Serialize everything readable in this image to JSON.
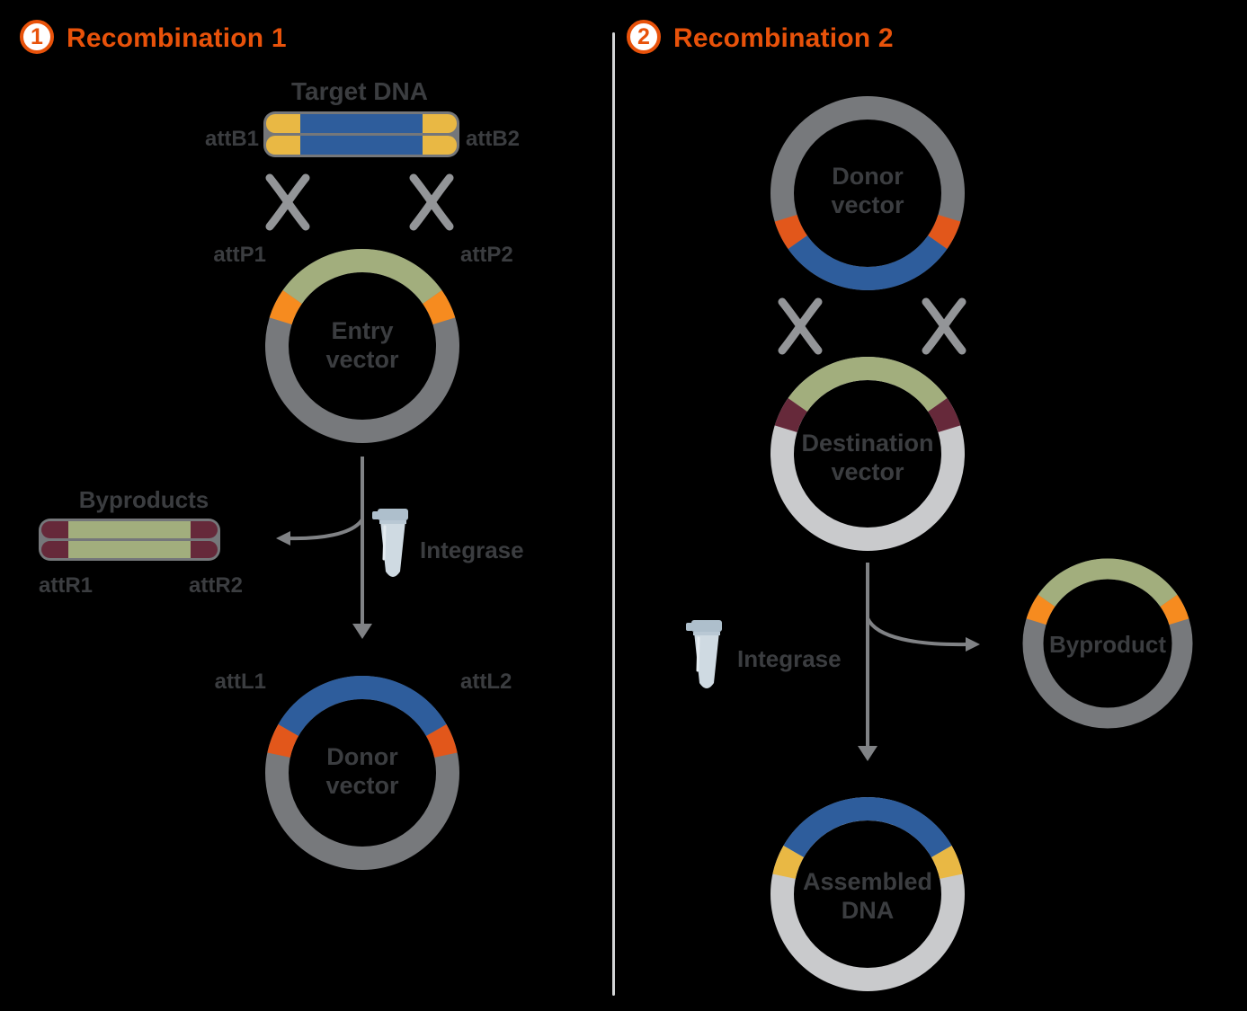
{
  "palette": {
    "background": "#000000",
    "accent_orange": "#e8520a",
    "dark_text": "#3b3d40",
    "ring_dark_gray": "#77797c",
    "ring_light_gray": "#c9cacc",
    "dna_blue": "#2e5d9c",
    "attB_yellow": "#e9b844",
    "attP_orange": "#f68b1f",
    "attL_orange_red": "#e2571b",
    "attR_maroon": "#66293a",
    "stuffer_green": "#a2ae7d",
    "crossover_gray": "#939598",
    "arrow_gray": "#808285",
    "divider_gray": "#d2d4d5",
    "tube_body": "#cfdae2",
    "tube_cap": "#aebfcc"
  },
  "panel1": {
    "badge": "1",
    "title": "Recombination 1",
    "target": {
      "label": "Target DNA",
      "site_left": "attB1",
      "site_right": "attB2"
    },
    "entry_vector": {
      "name_line1": "Entry",
      "name_line2": "vector",
      "site_left": "attP1",
      "site_right": "attP2"
    },
    "enzyme": "Integrase",
    "byproducts": {
      "title": "Byproducts",
      "site_left": "attR1",
      "site_right": "attR2"
    },
    "donor_vector": {
      "name_line1": "Donor",
      "name_line2": "vector",
      "site_left": "attL1",
      "site_right": "attL2"
    }
  },
  "panel2": {
    "badge": "2",
    "title": "Recombination 2",
    "donor_vector": {
      "name_line1": "Donor",
      "name_line2": "vector"
    },
    "destination_vector": {
      "name_line1": "Destination",
      "name_line2": "vector"
    },
    "enzyme": "Integrase",
    "byproduct": {
      "label": "Byproduct"
    },
    "assembled": {
      "name_line1": "Assembled",
      "name_line2": "DNA"
    }
  }
}
